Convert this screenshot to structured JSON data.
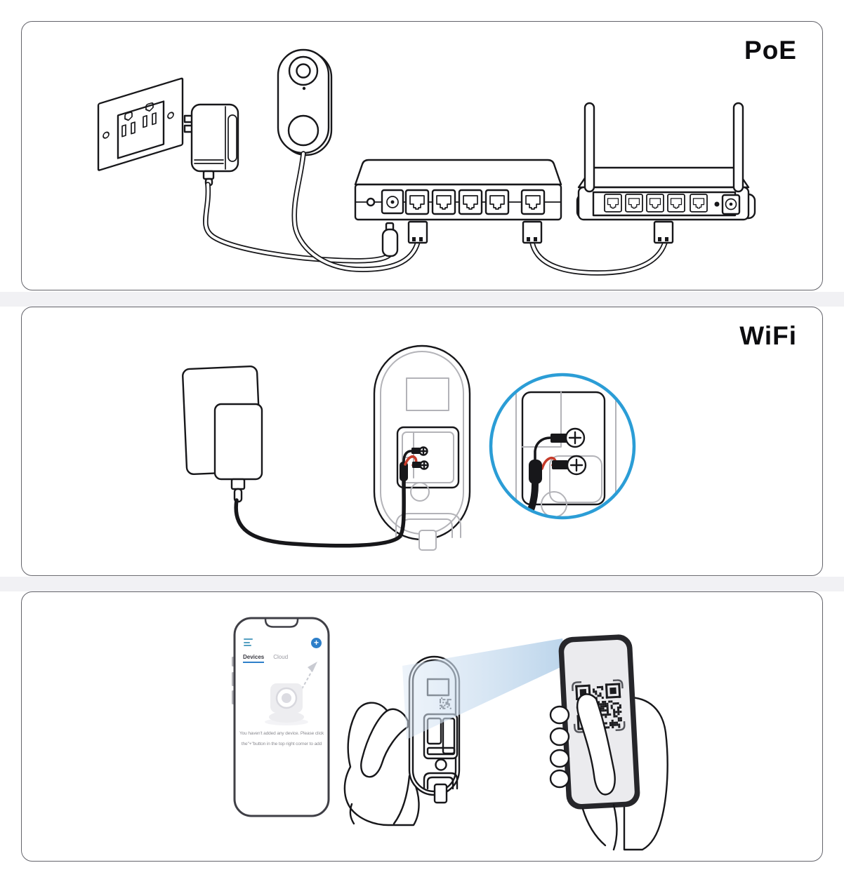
{
  "panels": {
    "poe": {
      "title": "PoE"
    },
    "wifi": {
      "title": "WiFi"
    },
    "setup": {
      "app": {
        "tab_devices": "Devices",
        "tab_cloud": "Cloud",
        "plus_label": "+",
        "empty_line1": "You haven't added any device. Please click",
        "empty_line2": "the\"+\"button in the top right corner to add"
      }
    }
  },
  "colors": {
    "line": "#17171a",
    "grey": "#b3b3b8",
    "border": "#63636a",
    "band": "#f1f1f4",
    "accent_ring": "#2b9dd6",
    "app_blue": "#2e7fc9",
    "hamburger": "#55a0c2",
    "tab_active": "#3a3a42",
    "tab_inactive": "#9a9aa2",
    "muted": "#8a8a90",
    "wire_red": "#c63b2a",
    "beam_near": "#b7d2ea",
    "beam_far": "#dce8f5",
    "arrow_grey": "#c9cbd2",
    "watermark": "#ededf0"
  }
}
